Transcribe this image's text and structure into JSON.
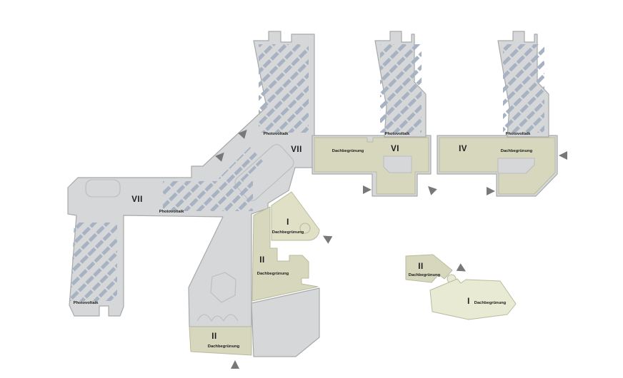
{
  "document": {
    "type": "architectural-roof-site-plan",
    "description_labels_only": true
  },
  "colors": {
    "building_gray": "#d6d7d8",
    "outline": "#a8a9ab",
    "inner_line": "#bbbcbe",
    "pv_blue": "#a7b2c2",
    "green": "#d6d7bc",
    "green_mid": "#dfe0c5",
    "green_light": "#e9ead3",
    "green_edge": "#b9bb9f",
    "arrow_gray": "#77787a"
  },
  "legend": {
    "photovoltaic": "Photovoltaik",
    "green_roof": "Dachbegrünung"
  },
  "labels": {
    "vii_west": "VII",
    "pv_west": "Photovoltaik",
    "pv_arm": "Photovoltaik",
    "vii_center": "VII",
    "pv_tower_vii": "Photovoltaik",
    "green_west": "Dachbegrünung",
    "vi": "VI",
    "pv_tower_vi": "Photovoltaik",
    "iv": "IV",
    "green_iv": "Dachbegrünung",
    "pv_tower_iv": "Photovoltaik",
    "i_center": "I",
    "green_i_center": "Dachbegrünung",
    "ii_center": "II",
    "green_ii_center": "Dachbegrünung",
    "ii_south": "II",
    "green_ii_south": "Dachbegrünung",
    "ii_east": "II",
    "green_ii_east": "Dachbegrünung",
    "i_east": "I",
    "green_i_east": "Dachbegrünung"
  },
  "icons": {
    "entrance_arrow": "entrance-arrow"
  }
}
